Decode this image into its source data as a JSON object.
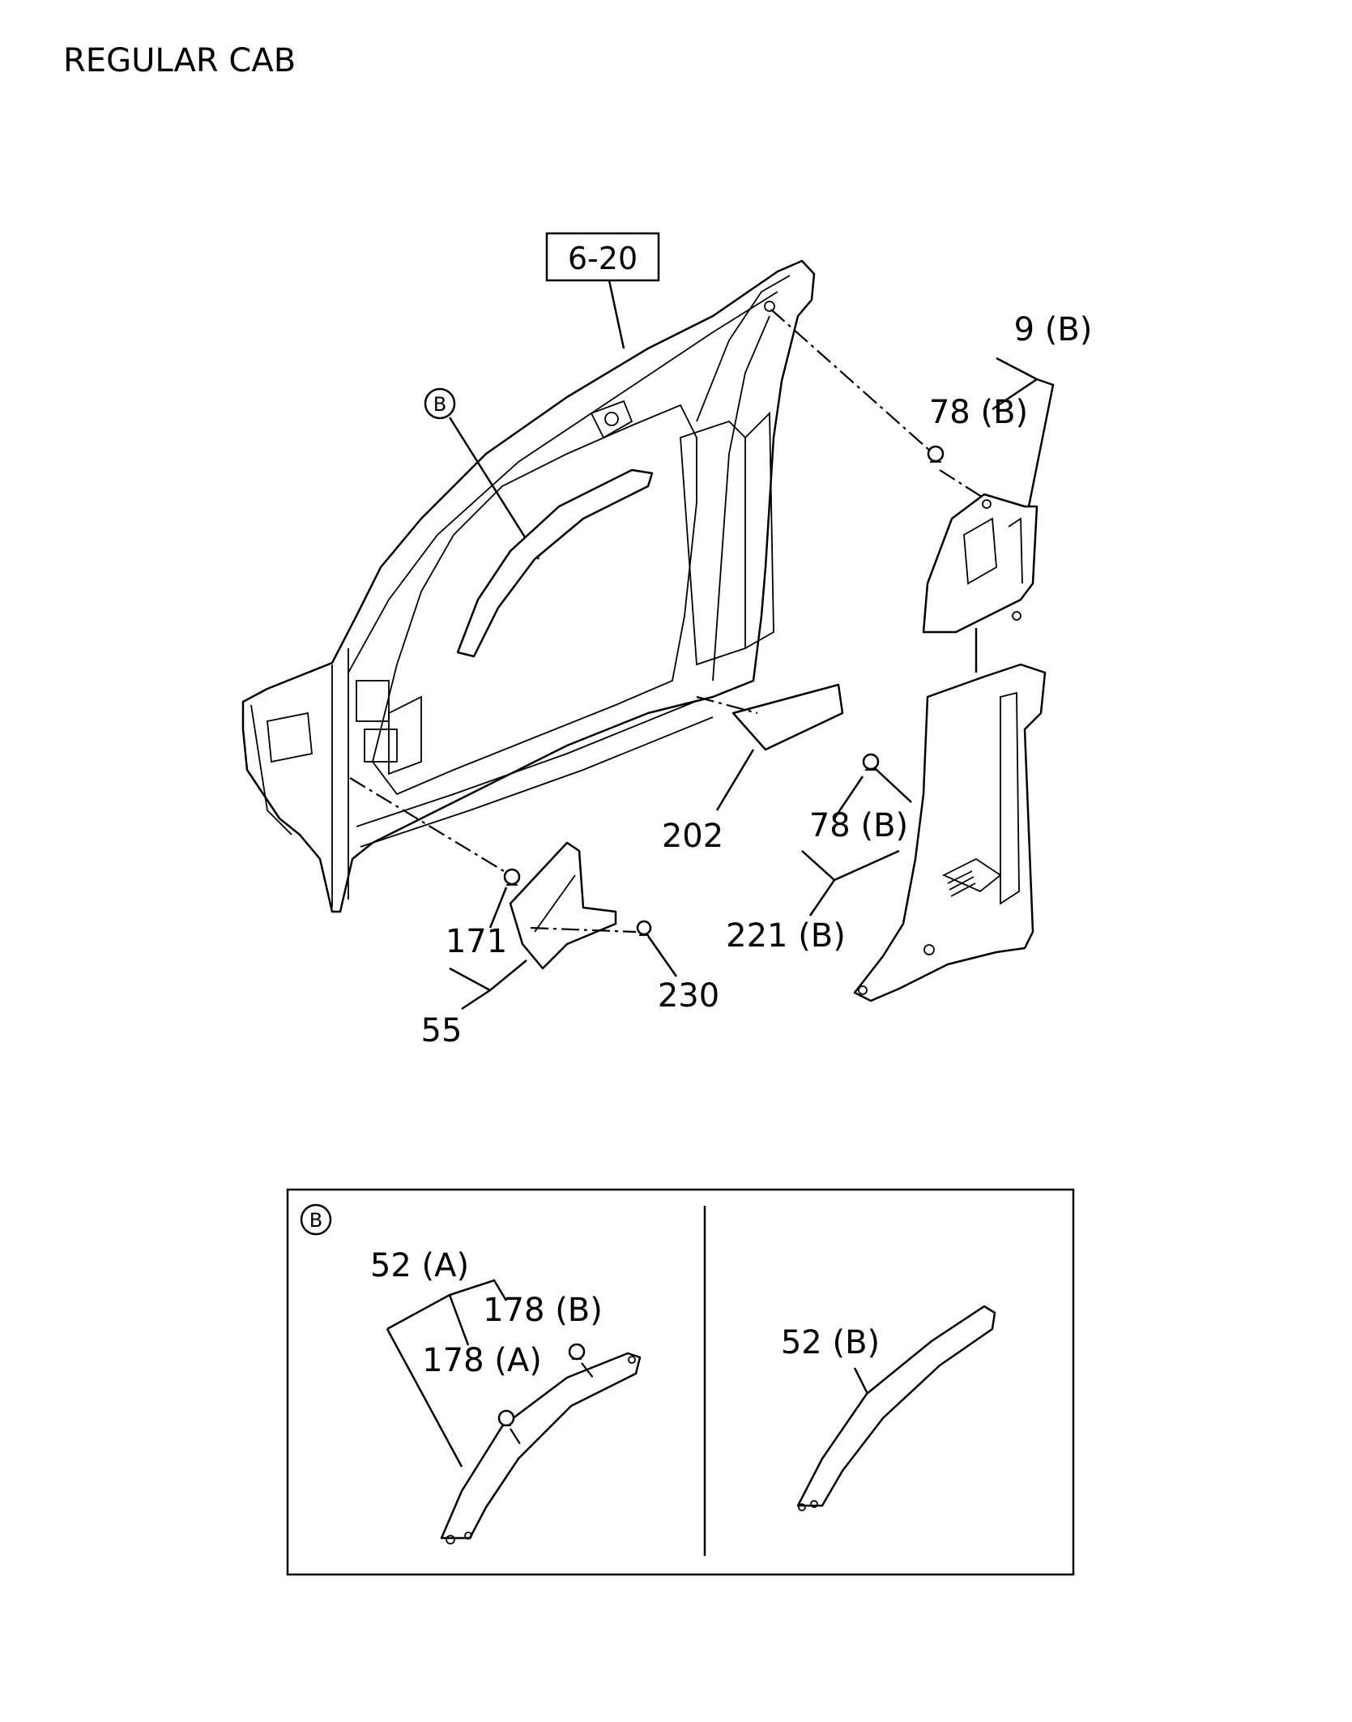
{
  "title": "REGULAR CAB",
  "reference_box": "6-20",
  "detail_marker": "B",
  "labels": {
    "l_9b": "9 (B)",
    "l_78b_top": "78 (B)",
    "l_202": "202",
    "l_78b_mid": "78 (B)",
    "l_221b": "221 (B)",
    "l_171": "171",
    "l_230": "230",
    "l_55": "55"
  },
  "detail_labels": {
    "l_52a": "52 (A)",
    "l_178b": "178 (B)",
    "l_178a": "178 (A)",
    "l_52b": "52 (B)"
  }
}
